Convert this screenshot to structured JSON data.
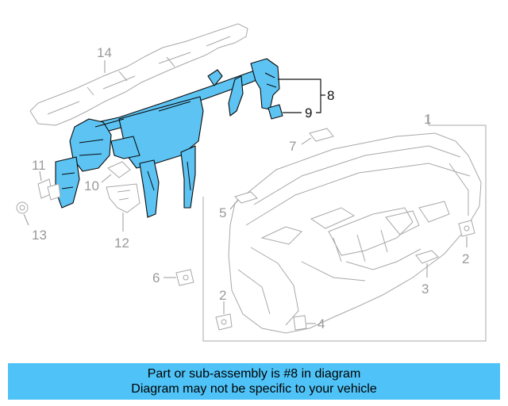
{
  "callouts": {
    "c1": "1",
    "c2a": "2",
    "c2b": "2",
    "c3": "3",
    "c4": "4",
    "c5": "5",
    "c6": "6",
    "c7": "7",
    "c8": "8",
    "c9": "9",
    "c10": "10",
    "c11": "11",
    "c12": "12",
    "c13": "13",
    "c14": "14"
  },
  "banner": {
    "line1": "Part or sub-assembly is #8 in diagram",
    "line2": "Diagram may not be specific to your vehicle"
  },
  "colors": {
    "highlight": "#5cc3f2",
    "banner": "#4fc3f7"
  }
}
